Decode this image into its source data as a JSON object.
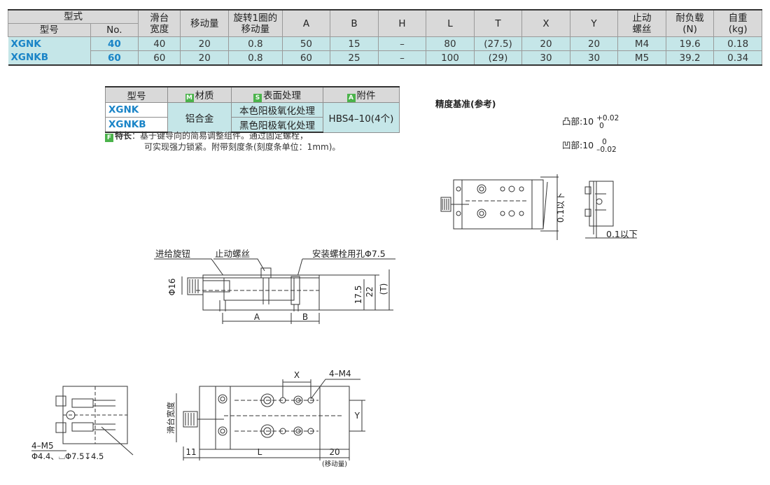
{
  "spec_table": {
    "group_header": "型式",
    "col_model": "型号",
    "col_no": "No.",
    "col_slide_width": "滑台\n宽度",
    "col_travel": "移动量",
    "col_rotation": "旋转1圈的\n移动量",
    "col_A": "A",
    "col_B": "B",
    "col_H": "H",
    "col_L": "L",
    "col_T": "T",
    "col_X": "X",
    "col_Y": "Y",
    "col_stop": "止动\n螺丝",
    "col_load": "耐负载\n(N)",
    "col_weight": "自重\n(kg)",
    "rows": [
      {
        "model": "XGNK",
        "no": "40",
        "width": "40",
        "travel": "20",
        "rot": "0.8",
        "A": "50",
        "B": "15",
        "H": "–",
        "L": "80",
        "T": "(27.5)",
        "X": "20",
        "Y": "20",
        "stop": "M4",
        "load": "19.6",
        "weight": "0.18"
      },
      {
        "model": "XGNKB",
        "no": "60",
        "width": "60",
        "travel": "20",
        "rot": "0.8",
        "A": "60",
        "B": "25",
        "H": "–",
        "L": "100",
        "T": "(29)",
        "X": "30",
        "Y": "30",
        "stop": "M5",
        "load": "39.2",
        "weight": "0.34"
      }
    ]
  },
  "material_table": {
    "col_model": "型号",
    "col_material": "材质",
    "col_surface": "表面处理",
    "col_accessory": "附件",
    "badge_m": "M",
    "badge_s": "S",
    "badge_a": "A",
    "models": [
      "XGNK",
      "XGNKB"
    ],
    "material": "铝合金",
    "surfaces": [
      "本色阳极氧化处理",
      "黑色阳极氧化处理"
    ],
    "accessory": "HBS4–10(4个)"
  },
  "features": {
    "badge": "F",
    "label": "特长",
    "line1": "基于键导向的简易调整组件。通过固定螺栓，",
    "line2": "可实现强力锁紧。附带刻度条(刻度条单位：1mm)。"
  },
  "precision": {
    "title": "精度基准(参考)",
    "convex_label": "凸部:10",
    "convex_upper": "+0.02",
    "convex_lower": "0",
    "concave_label": "凹部:10",
    "concave_upper": "0",
    "concave_lower": "–0.02",
    "tol_vertical": "0.1以下",
    "tol_horizontal": "0.1以下"
  },
  "side_view": {
    "feed_knob": "进给旋钮",
    "stop_screw": "止动螺丝",
    "mount_hole": "安装螺栓用孔Φ7.5",
    "phi16": "Φ16",
    "dim_A": "A",
    "dim_B": "B",
    "dim_175": "17.5",
    "dim_22": "22",
    "dim_T": "(T)"
  },
  "top_view": {
    "dim_X": "X",
    "dim_Y": "Y",
    "thread": "4–M4",
    "slide_width": "滑台宽度",
    "dim_11": "11",
    "dim_L": "L",
    "dim_20": "20",
    "travel_note": "(移动量)"
  },
  "end_view": {
    "thread": "4–M5",
    "holes": "Φ4.4、⌴Φ7.5↧4.5"
  }
}
